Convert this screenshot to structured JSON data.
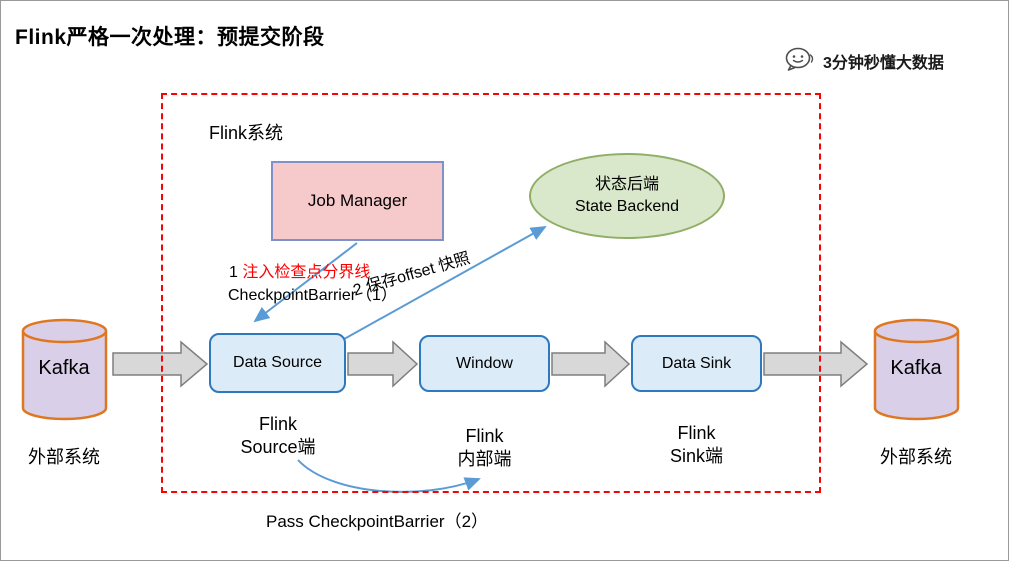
{
  "title": "Flink严格一次处理：预提交阶段",
  "brand": {
    "label": "3分钟秒懂大数据"
  },
  "system": {
    "label": "Flink系统"
  },
  "job_manager": {
    "label": "Job Manager"
  },
  "state_backend": {
    "line1": "状态后端",
    "line2": "State Backend"
  },
  "pipeline": {
    "source": "Data Source",
    "window": "Window",
    "sink": "Data Sink"
  },
  "steps": {
    "step1_num": "1",
    "step1_text": "注入检查点分界线",
    "step1_sub": "CheckpointBarrier（1）",
    "step2_text": "2 保存offset 快照",
    "pass_text": "Pass CheckpointBarrier（2）"
  },
  "captions": {
    "source_line1": "Flink",
    "source_line2": "Source端",
    "internal_line1": "Flink",
    "internal_line2": "内部端",
    "sink_line1": "Flink",
    "sink_line2": "Sink端"
  },
  "kafka": {
    "left_label": "Kafka",
    "left_caption": "外部系统",
    "right_label": "Kafka",
    "right_caption": "外部系统"
  },
  "colors": {
    "boundary_red": "#fe0000",
    "step1_red": "#fe0000",
    "node_fill": "#dcebf8",
    "node_border": "#2e79bd",
    "job_manager_fill": "#f6caca",
    "job_manager_border": "#8090c8",
    "state_backend_fill": "#d9e7ca",
    "state_backend_border": "#8fae66",
    "kafka_fill": "#d9cfe8",
    "kafka_border": "#e0761f",
    "flow_arrow_fill": "#d8d8d8",
    "flow_arrow_stroke": "#7f7f7f",
    "blue_arrow": "#5b9bd5"
  }
}
